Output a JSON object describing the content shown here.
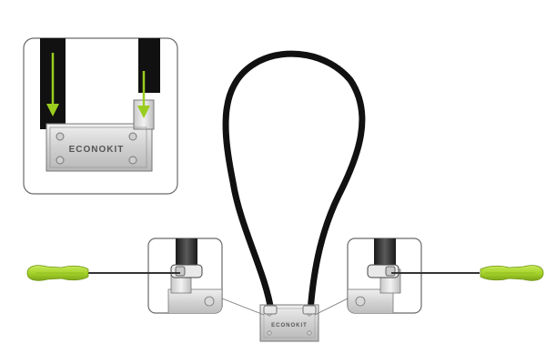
{
  "diagram": {
    "brand_label": "ECONOKIT",
    "colors": {
      "background": "#ffffff",
      "cable": "#111111",
      "arrow": "#9acd1e",
      "handle": "#a6d42a",
      "metal": "#d6d6d6",
      "frame": "#6a6a6a"
    },
    "panels": [
      {
        "name": "detail-top-left",
        "content": "pipes-into-connector"
      },
      {
        "name": "detail-left",
        "content": "screwdriver-tighten-left"
      },
      {
        "name": "detail-right",
        "content": "screwdriver-tighten-right"
      }
    ],
    "icons": [
      "arrow-down-icon",
      "screwdriver-icon",
      "clamp-icon",
      "connector-block-icon"
    ]
  }
}
